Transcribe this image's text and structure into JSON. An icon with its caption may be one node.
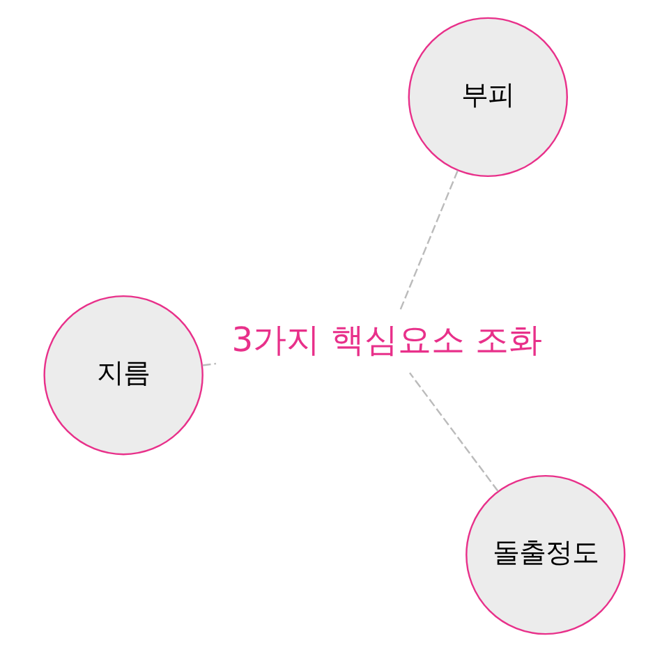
{
  "diagram": {
    "nodes": [
      {
        "text": [
          "지름"
        ]
      },
      {
        "text": [
          "3가지 핵심요소 조화"
        ]
      },
      {
        "text": [
          "돌출정도"
        ]
      },
      {
        "text": [
          "부피"
        ]
      }
    ],
    "edges": [
      {
        "from": 0,
        "to": 1,
        "arrow": "none",
        "style": "dashed"
      },
      {
        "from": 2,
        "to": 1,
        "arrow": "none",
        "style": "dashed"
      },
      {
        "from": 3,
        "to": 1,
        "arrow": "none",
        "style": "dashed"
      }
    ]
  }
}
